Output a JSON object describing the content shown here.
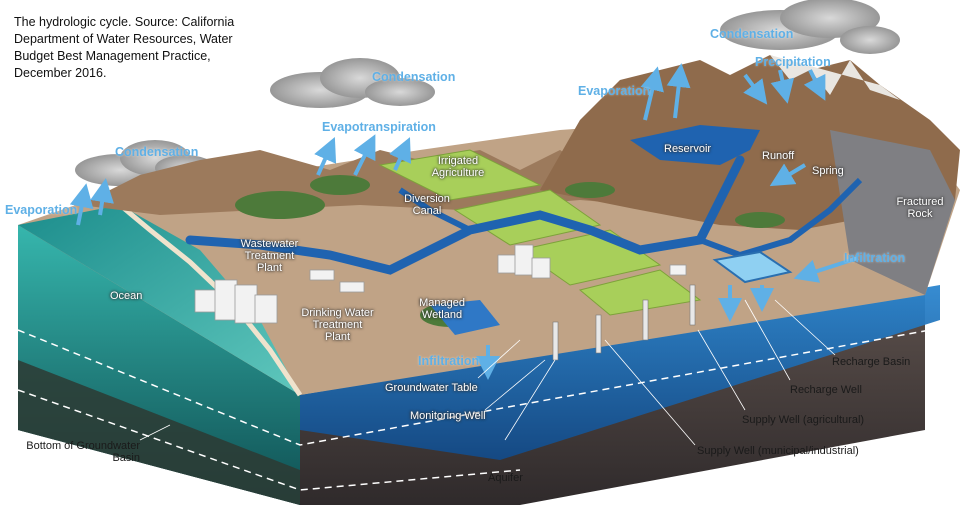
{
  "caption": "The hydrologic cycle. Source: California Department of Water Resources, Water Budget Best Management Practice, December 2016.",
  "labels": {
    "evaporation_left": "Evaporation",
    "condensation_left": "Condensation",
    "condensation_mid": "Condensation",
    "evapotranspiration": "Evapotranspiration",
    "evaporation_right": "Evaporation",
    "condensation_right": "Condensation",
    "precipitation": "Precipitation",
    "irrigated_agriculture": "Irrigated Agriculture",
    "diversion_canal": "Diversion Canal",
    "reservoir": "Reservoir",
    "runoff": "Runoff",
    "spring": "Spring",
    "fractured_rock": "Fractured Rock",
    "infiltration_right": "Infiltration",
    "wastewater_plant": "Wastewater Treatment Plant",
    "ocean": "Ocean",
    "drinking_water_plant": "Drinking Water Treatment Plant",
    "managed_wetland": "Managed Wetland",
    "infiltration_left": "Infiltration",
    "groundwater_table": "Groundwater Table",
    "monitoring_well": "Monitoring Well",
    "bottom_of_basin": "Bottom of Groundwater Basin",
    "aquifer": "Aquifer",
    "recharge_basin": "Recharge Basin",
    "recharge_well": "Recharge Well",
    "supply_well_agricultural": "Supply Well (agricultural)",
    "supply_well_municipal": "Supply Well (municipal/industrial)"
  },
  "colors": {
    "ocean": "#2aa7a3",
    "land": "#b89c80",
    "mountain": "#9a7657",
    "river": "#1f63b0",
    "aquifer": "#1d6db3",
    "soil": "#4a4140",
    "label_blue": "#5fb0e6",
    "field_green": "#a8cf5a"
  }
}
